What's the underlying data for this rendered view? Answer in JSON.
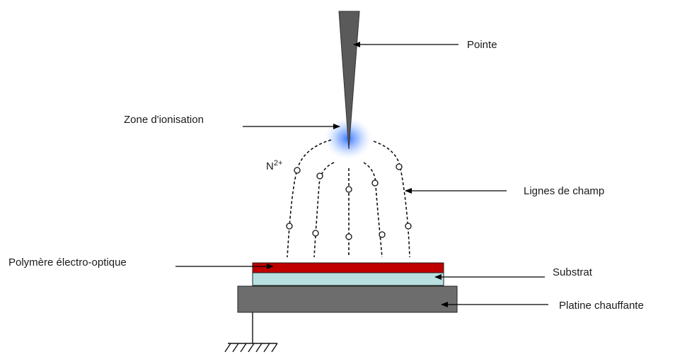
{
  "labels": {
    "tip": "Pointe",
    "ionization_zone": "Zone d'ionisation",
    "ion": "N",
    "ion_charge": "2+",
    "field_lines": "Lignes de champ",
    "polymer": "Polymère électro-optique",
    "substrate": "Substrat",
    "hot_plate": "Platine chauffante"
  },
  "colors": {
    "tip": "#5a5a5a",
    "glow": "#3f7fff",
    "polymer": "#c00000",
    "substrate": "#b8e0e0",
    "hot_plate": "#6d6d6d",
    "lines": "#111111"
  }
}
